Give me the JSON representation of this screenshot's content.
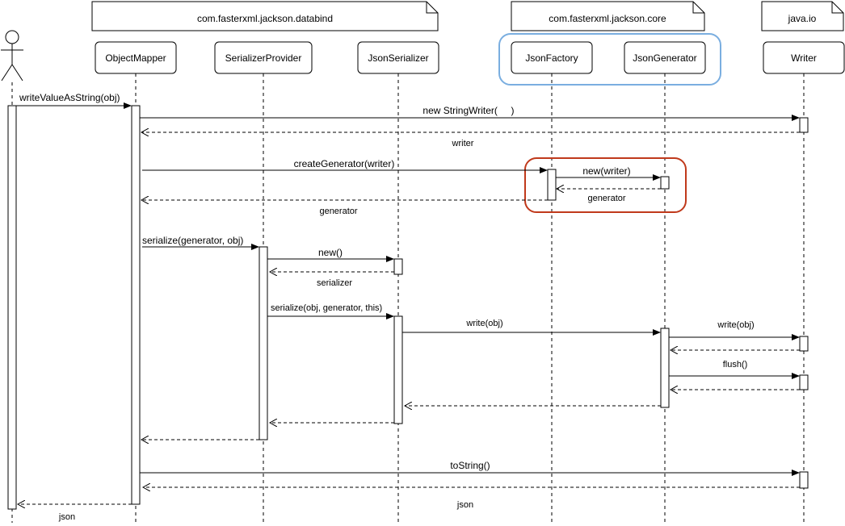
{
  "packages": {
    "databind": "com.fasterxml.jackson.databind",
    "core": "com.fasterxml.jackson.core",
    "io": "java.io"
  },
  "participants": {
    "object_mapper": "ObjectMapper",
    "serializer_provider": "SerializerProvider",
    "json_serializer": "JsonSerializer",
    "json_factory": "JsonFactory",
    "json_generator": "JsonGenerator",
    "writer": "Writer"
  },
  "messages": {
    "write_value_as_string": "writeValueAsString(obj)",
    "new_string_writer": "new StringWriter(     )",
    "writer_return": "writer",
    "create_generator": "createGenerator(writer)",
    "new_writer": "new(writer)",
    "generator_return_inner": "generator",
    "generator_return": "generator",
    "serialize_provider": "serialize(generator, obj)",
    "new_serializer": "new()",
    "serializer_return": "serializer",
    "serialize_serializer": "serialize(obj, generator, this)",
    "write_obj_generator": "write(obj)",
    "write_obj_writer": "write(obj)",
    "flush": "flush()",
    "to_string": "toString()",
    "json_return_mapper": "json",
    "json_return_actor": "json"
  },
  "colors": {
    "core_group_border": "#7aaee0",
    "highlight_border": "#c0391b",
    "line": "#000000"
  }
}
